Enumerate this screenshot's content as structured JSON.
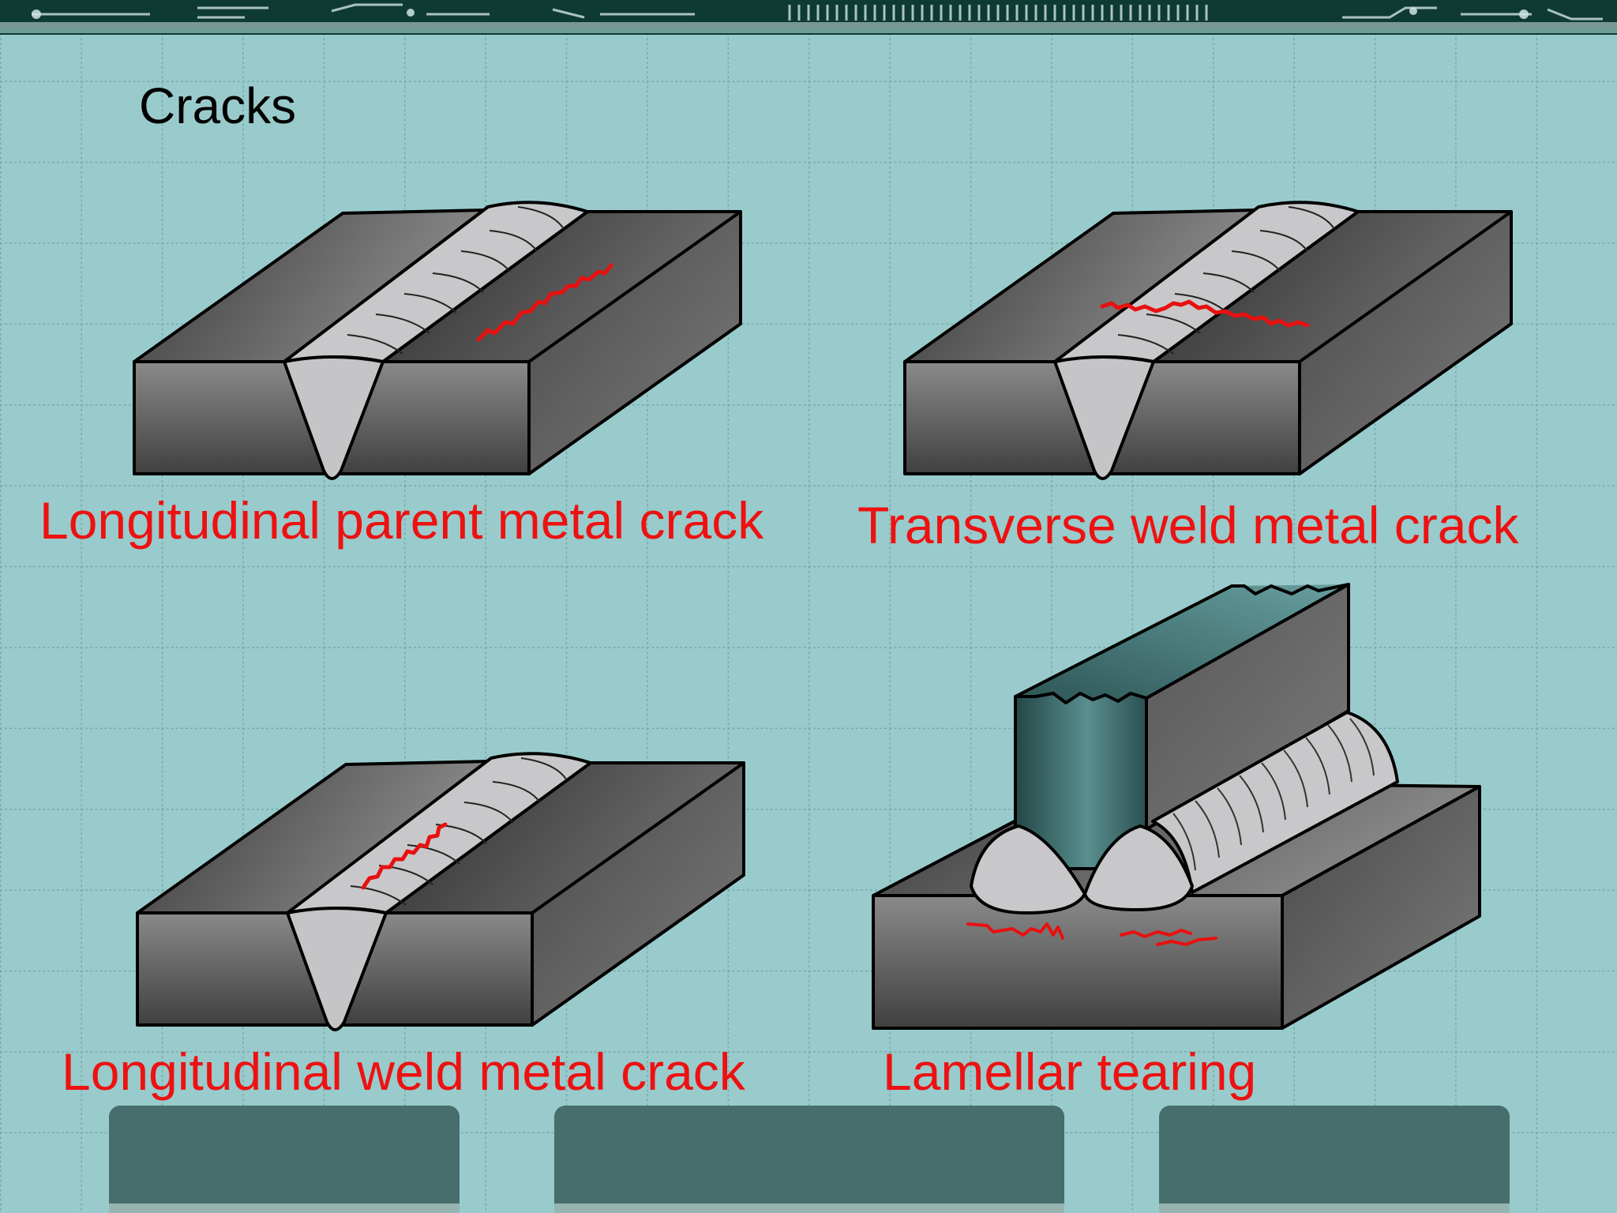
{
  "slide": {
    "title": "Cracks",
    "caption_color": "#ee1111",
    "crack_color": "#e81010",
    "background_color": "#99cbcc",
    "panels": [
      {
        "caption": "Longitudinal parent metal crack",
        "crack_location": "parent metal",
        "crack_orientation": "longitudinal"
      },
      {
        "caption": "Transverse weld metal crack",
        "crack_location": "weld metal",
        "crack_orientation": "transverse"
      },
      {
        "caption": "Longitudinal weld metal crack",
        "crack_location": "weld metal",
        "crack_orientation": "longitudinal"
      },
      {
        "caption": "Lamellar tearing",
        "crack_location": "parent plate below fillet welds",
        "crack_orientation": "lamellar"
      }
    ]
  }
}
